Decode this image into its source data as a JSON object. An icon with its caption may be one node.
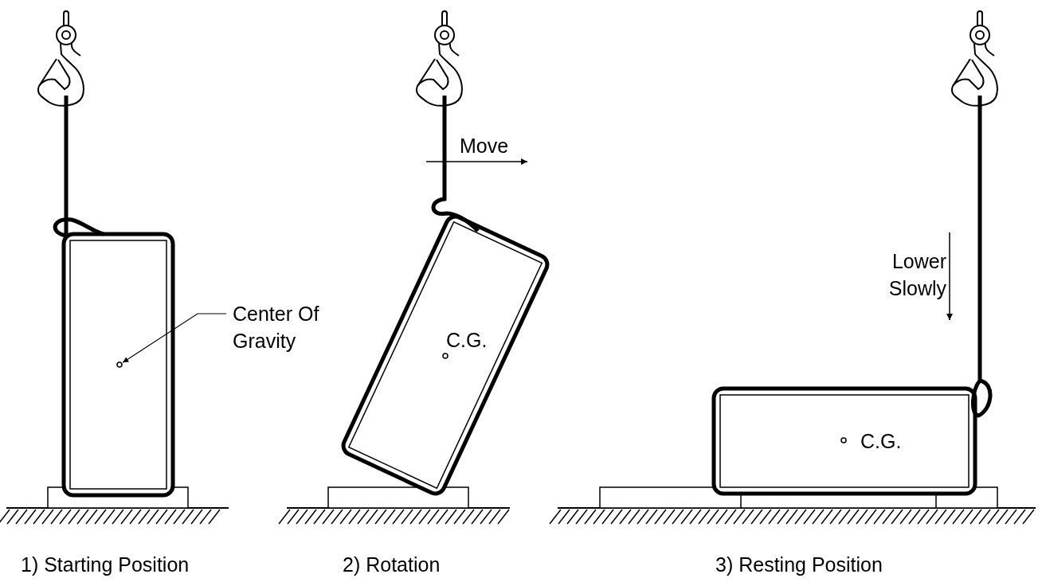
{
  "diagram": {
    "nodes": [
      {
        "text": [
          "Center Of Gravity"
        ]
      },
      {
        "text": [],
        "shape": "circle"
      }
    ],
    "edges": [
      {
        "from": 0,
        "to": 1,
        "arrow": "to"
      }
    ],
    "labels": [
      "Move",
      "Lower Slowly",
      "C.G.",
      "C.G.",
      "1) Starting Position",
      "2) Rotation",
      "3) Resting Position"
    ]
  }
}
